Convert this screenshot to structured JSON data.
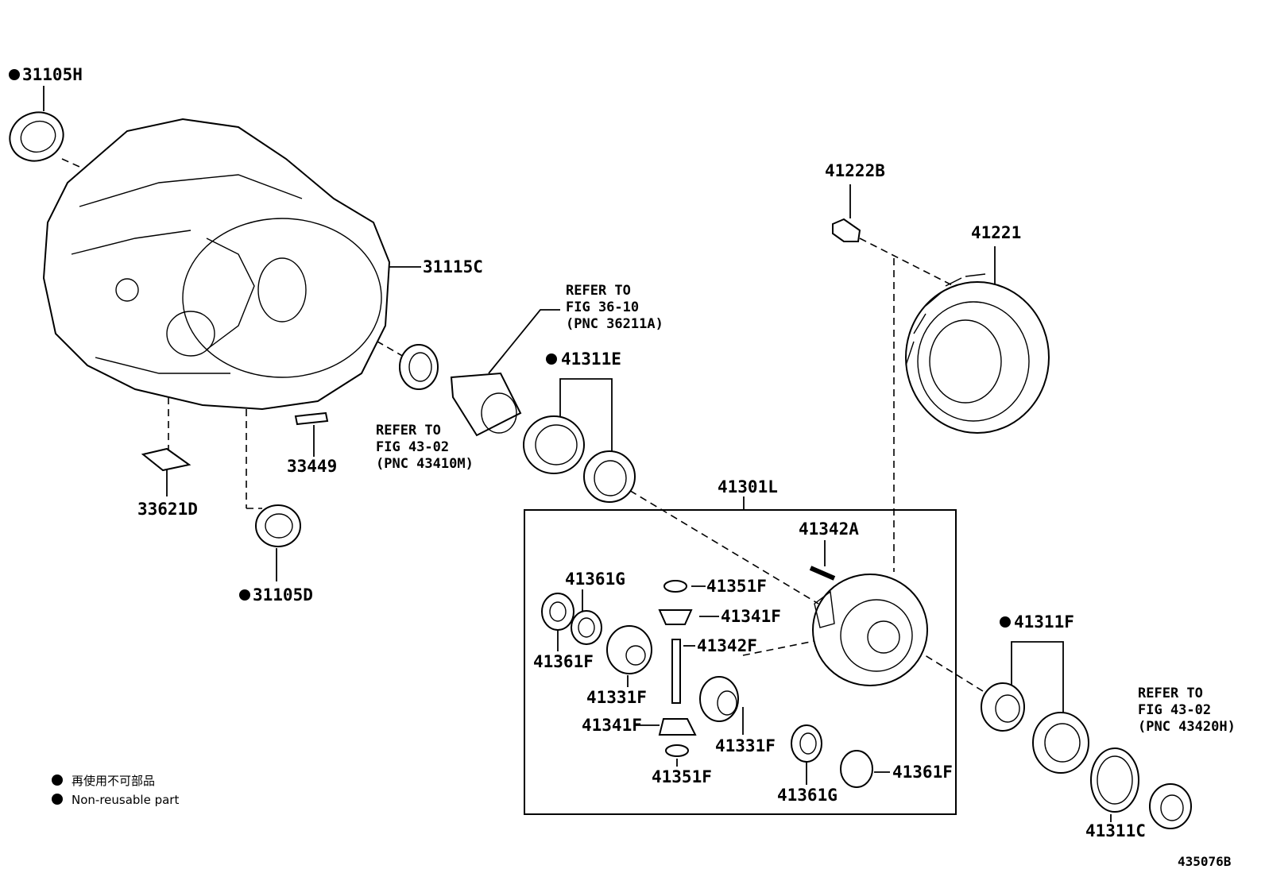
{
  "parts": {
    "p31105H": "31105H",
    "p31115C": "31115C",
    "p33449": "33449",
    "p33621D": "33621D",
    "p31105D": "31105D",
    "p41222B": "41222B",
    "p41221": "41221",
    "p41311E": "41311E",
    "p41301L": "41301L",
    "p41342A": "41342A",
    "p41361G_top": "41361G",
    "p41351F_top": "41351F",
    "p41341F_top": "41341F",
    "p41342F": "41342F",
    "p41361F_left": "41361F",
    "p41331F_left": "41331F",
    "p41341F_bottom": "41341F",
    "p41351F_bottom": "41351F",
    "p41331F_right": "41331F",
    "p41361G_bottom": "41361G",
    "p41361F_right": "41361F",
    "p41311F": "41311F",
    "p41311C": "41311C"
  },
  "references": {
    "ref1": [
      "REFER TO",
      "FIG 36-10",
      "(PNC 36211A)"
    ],
    "ref2": [
      "REFER TO",
      "FIG 43-02",
      "(PNC 43410M)"
    ],
    "ref3": [
      "REFER TO",
      "FIG 43-02",
      "(PNC 43420H)"
    ]
  },
  "legend": {
    "jp": "再使用不可部品",
    "en": "Non-reusable part"
  },
  "figure_code": "435076B"
}
